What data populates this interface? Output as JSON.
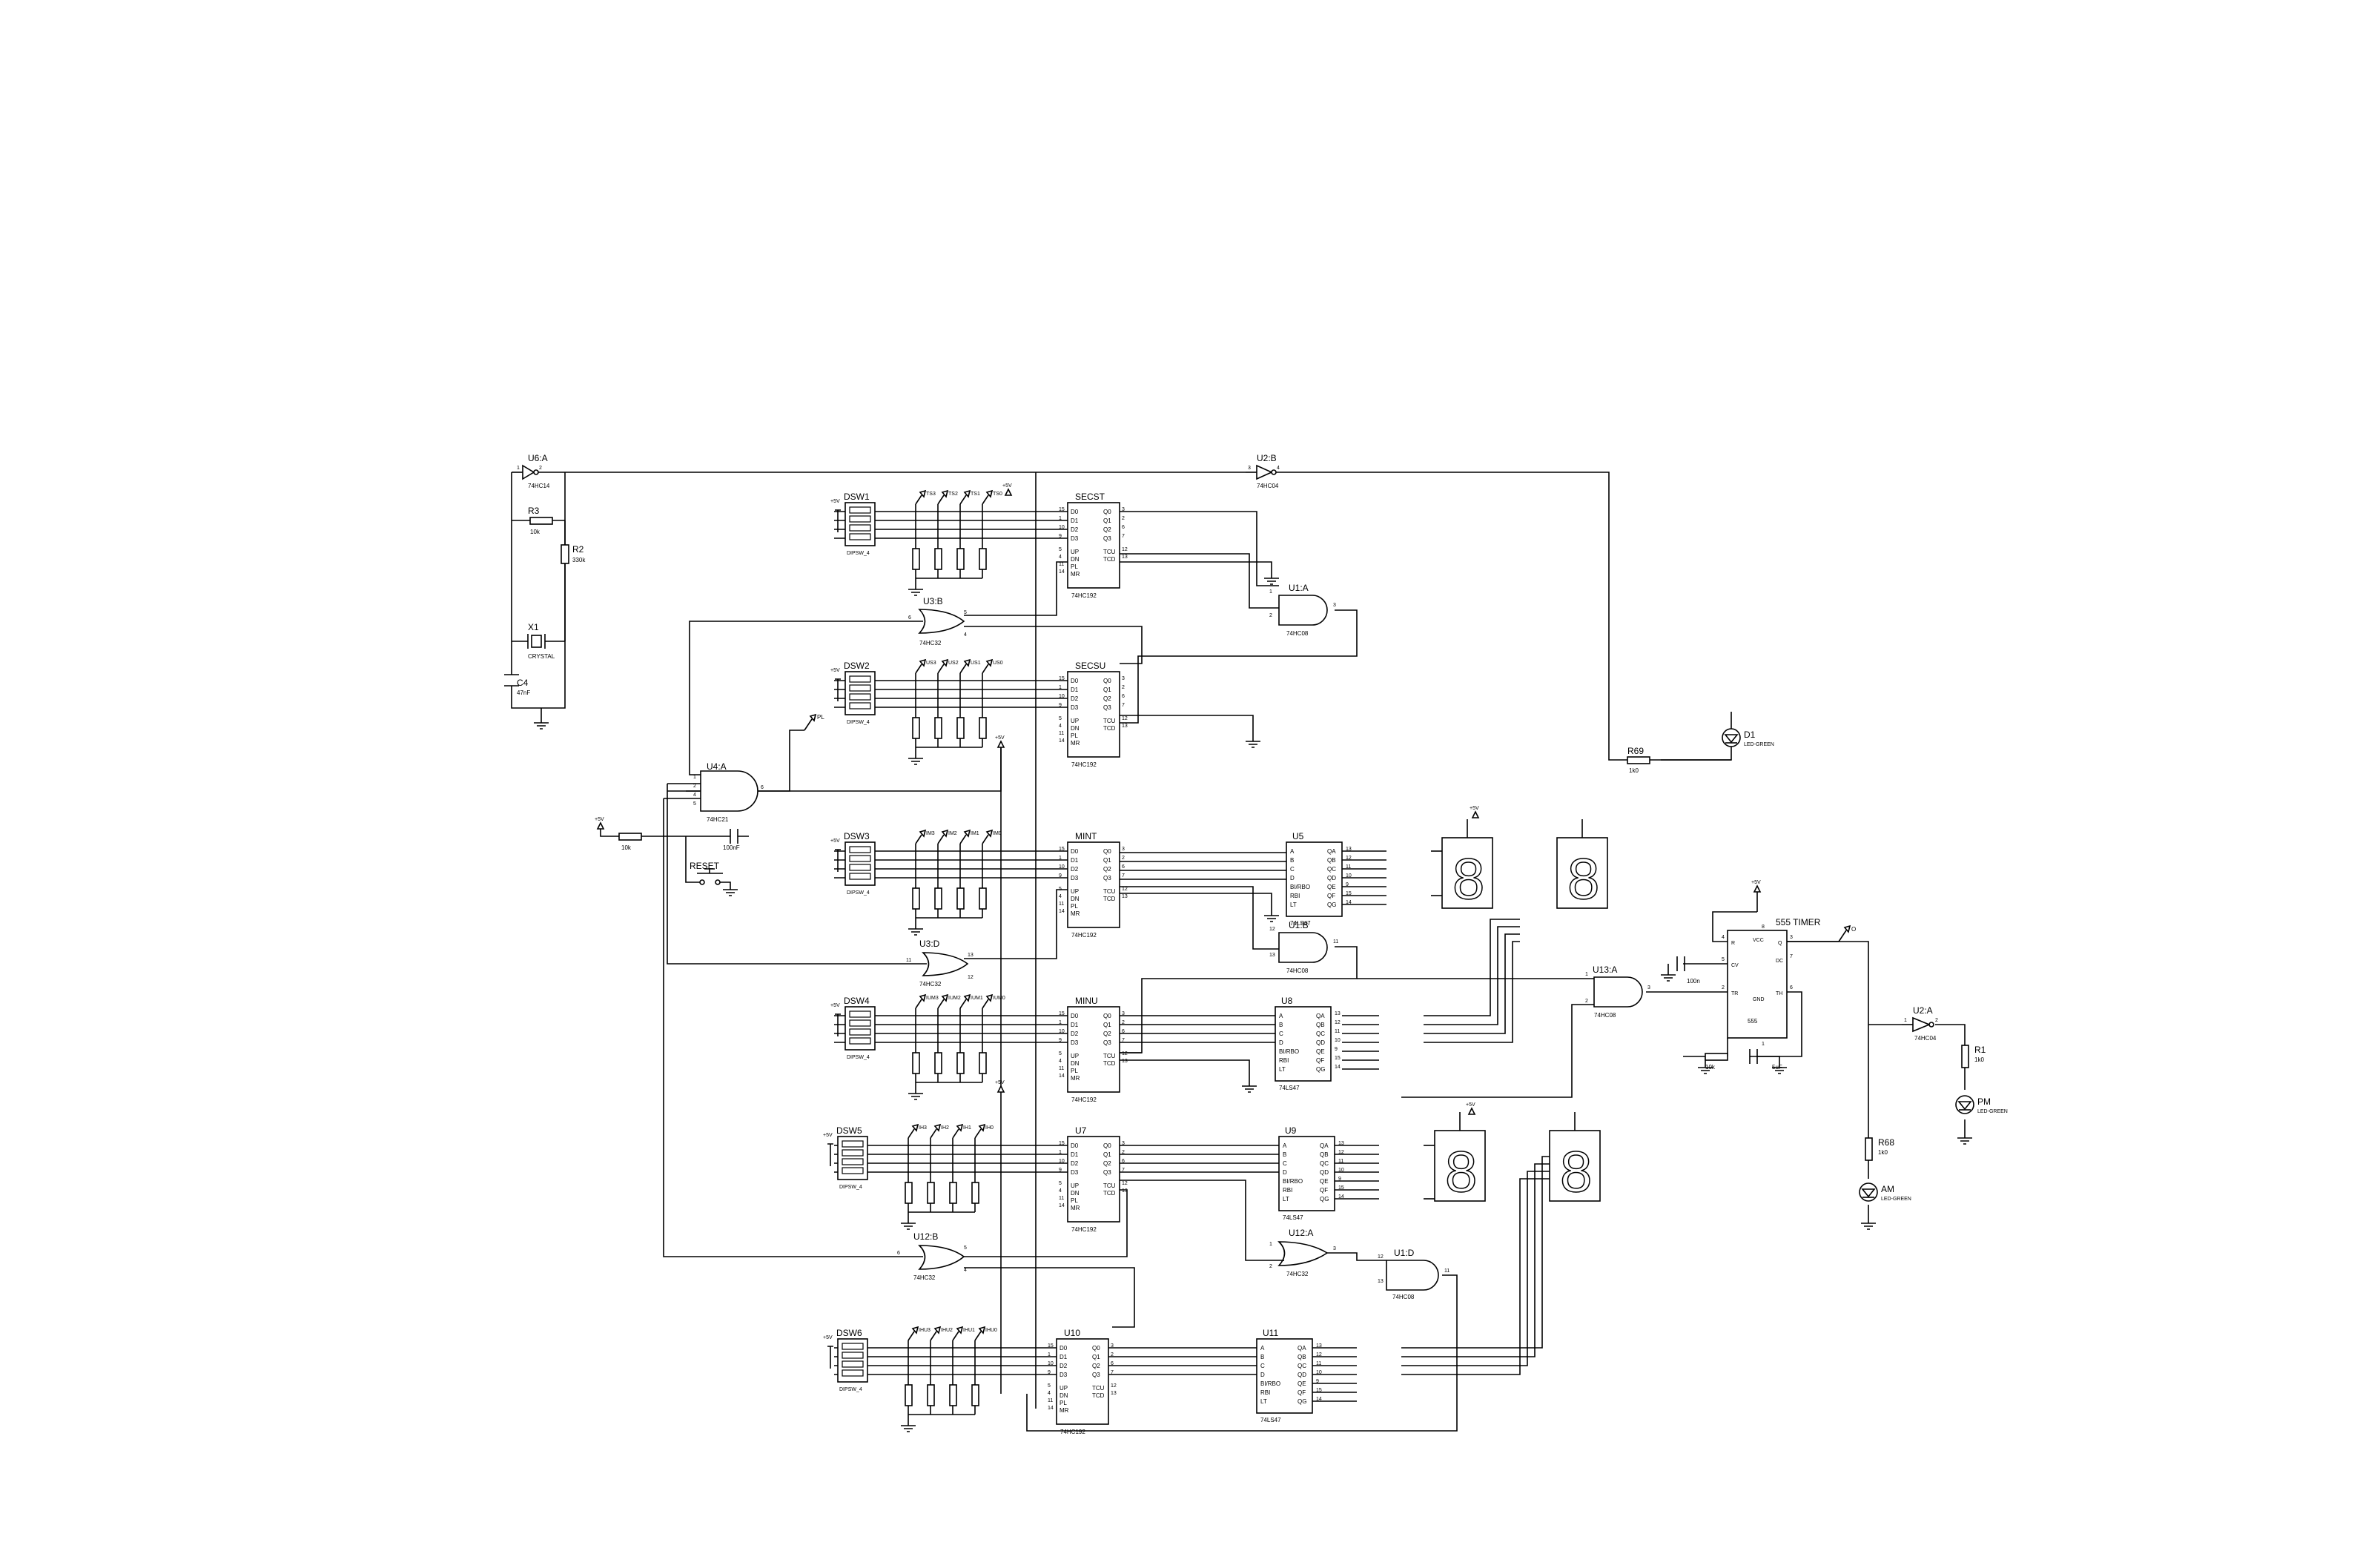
{
  "chips": {
    "secst": {
      "ref": "SECST",
      "part": "74HC192"
    },
    "secsu": {
      "ref": "SECSU",
      "part": "74HC192"
    },
    "mint": {
      "ref": "MINT",
      "part": "74HC192"
    },
    "minu": {
      "ref": "MINU",
      "part": "74HC192"
    },
    "u7": {
      "ref": "U7",
      "part": "74HC192"
    },
    "u10": {
      "ref": "U10",
      "part": "74HC192"
    },
    "u5": {
      "ref": "U5",
      "part": "74LS47"
    },
    "u8": {
      "ref": "U8",
      "part": "74LS47"
    },
    "u9": {
      "ref": "U9",
      "part": "74LS47"
    },
    "u11": {
      "ref": "U11",
      "part": "74LS47"
    }
  },
  "counter_pins_left": [
    "D0",
    "D1",
    "D2",
    "D3",
    "UP",
    "DN",
    "PL",
    "MR"
  ],
  "counter_pins_right": [
    "Q0",
    "Q1",
    "Q2",
    "Q3",
    "TCU",
    "TCD"
  ],
  "counter_pin_nums_left": [
    "15",
    "1",
    "10",
    "9",
    "5",
    "4",
    "11",
    "14"
  ],
  "counter_pin_nums_right": [
    "3",
    "2",
    "6",
    "7",
    "12",
    "13"
  ],
  "decoder_pins_left": [
    "A",
    "B",
    "C",
    "D",
    "BI/RBO",
    "RBI",
    "LT"
  ],
  "decoder_pins_right": [
    "QA",
    "QB",
    "QC",
    "QD",
    "QE",
    "QF",
    "QG"
  ],
  "dipswitches": {
    "dsw1": "DSW1",
    "dsw2": "DSW2",
    "dsw3": "DSW3",
    "dsw4": "DSW4",
    "dsw5": "DSW5",
    "dsw6": "DSW6",
    "part": "DIPSW_4"
  },
  "probes": {
    "dsw1": [
      "TS3",
      "TS2",
      "TS1",
      "TS0"
    ],
    "dsw2": [
      "US3",
      "US2",
      "US1",
      "US0"
    ],
    "dsw3": [
      "IM3",
      "IM2",
      "IM1",
      "IM0"
    ],
    "dsw4": [
      "IUM3",
      "IUM2",
      "IUM1",
      "IUM0"
    ],
    "dsw5": [
      "IH3",
      "IH2",
      "IH1",
      "IH0"
    ],
    "dsw6": [
      "IHU3",
      "IHU2",
      "IHU1",
      "IHU0"
    ],
    "pl": "PL",
    "out555": "O"
  },
  "gates": {
    "u6a": {
      "ref": "U6:A",
      "part": "74HC14"
    },
    "u2b": {
      "ref": "U2:B",
      "part": "74HC04"
    },
    "u2a": {
      "ref": "U2:A",
      "part": "74HC04"
    },
    "u3b": {
      "ref": "U3:B",
      "part": "74HC32"
    },
    "u3d": {
      "ref": "U3:D",
      "part": "74HC32"
    },
    "u12b": {
      "ref": "U12:B",
      "part": "74HC32"
    },
    "u12a": {
      "ref": "U12:A",
      "part": "74HC32"
    },
    "u1a": {
      "ref": "U1:A",
      "part": "74HC08"
    },
    "u1b": {
      "ref": "U1:B",
      "part": "74HC08"
    },
    "u1d": {
      "ref": "U1:D",
      "part": "74HC08"
    },
    "u13a": {
      "ref": "U13:A",
      "part": "74HC08"
    },
    "u4a": {
      "ref": "U4:A",
      "part": "74HC21"
    }
  },
  "passives": {
    "r3": {
      "ref": "R3",
      "value": "10k"
    },
    "r2": {
      "ref": "R2",
      "value": "330k"
    },
    "x1": {
      "ref": "X1",
      "value": "CRYSTAL"
    },
    "c4": {
      "ref": "C4",
      "value": "47nF"
    },
    "r69": {
      "ref": "R69",
      "value": "1k0"
    },
    "r68": {
      "ref": "R68",
      "value": "1k0"
    },
    "r1": {
      "ref": "R1",
      "value": "1k0"
    },
    "reset_res": "10k",
    "reset_cap": "100nF",
    "timer_cap1": "100n",
    "timer_res": "10k",
    "timer_cap2": "5uF"
  },
  "leds": {
    "d1": {
      "ref": "D1",
      "part": "LED-GREEN"
    },
    "pm": {
      "ref": "PM",
      "part": "LED-GREEN"
    },
    "am": {
      "ref": "AM",
      "part": "LED-GREEN"
    }
  },
  "timer": {
    "title": "555 TIMER",
    "part": "555",
    "pins": [
      "R",
      "Q",
      "DC",
      "CV",
      "TR",
      "TH",
      "VCC",
      "GND"
    ]
  },
  "reset_label": "RESET",
  "vcc_label": "+5V",
  "seg_digit": "8",
  "pin_numbers": {
    "or_in_a": "5",
    "or_in_b": "4",
    "or_out": "6",
    "or2_in_a": "13",
    "or2_in_b": "12",
    "or2_out": "11",
    "and_in_a": "1",
    "and_in_b": "2",
    "and_out": "3",
    "and2_in_a": "12",
    "and2_in_b": "13",
    "and2_out": "11",
    "u4_in": [
      "1",
      "2",
      "4",
      "5"
    ],
    "u4_out": "6",
    "inv_in": "1",
    "inv_out": "2",
    "inv2_in": "3",
    "inv2_out": "4"
  },
  "timer_pin_nums": [
    "4",
    "3",
    "7",
    "5",
    "2",
    "6",
    "8",
    "1"
  ],
  "seg_pin_nums": [
    "13",
    "12",
    "11",
    "10",
    "9",
    "15",
    "14"
  ],
  "colors": {
    "wire": "#000000",
    "paper": "#ffffff"
  }
}
